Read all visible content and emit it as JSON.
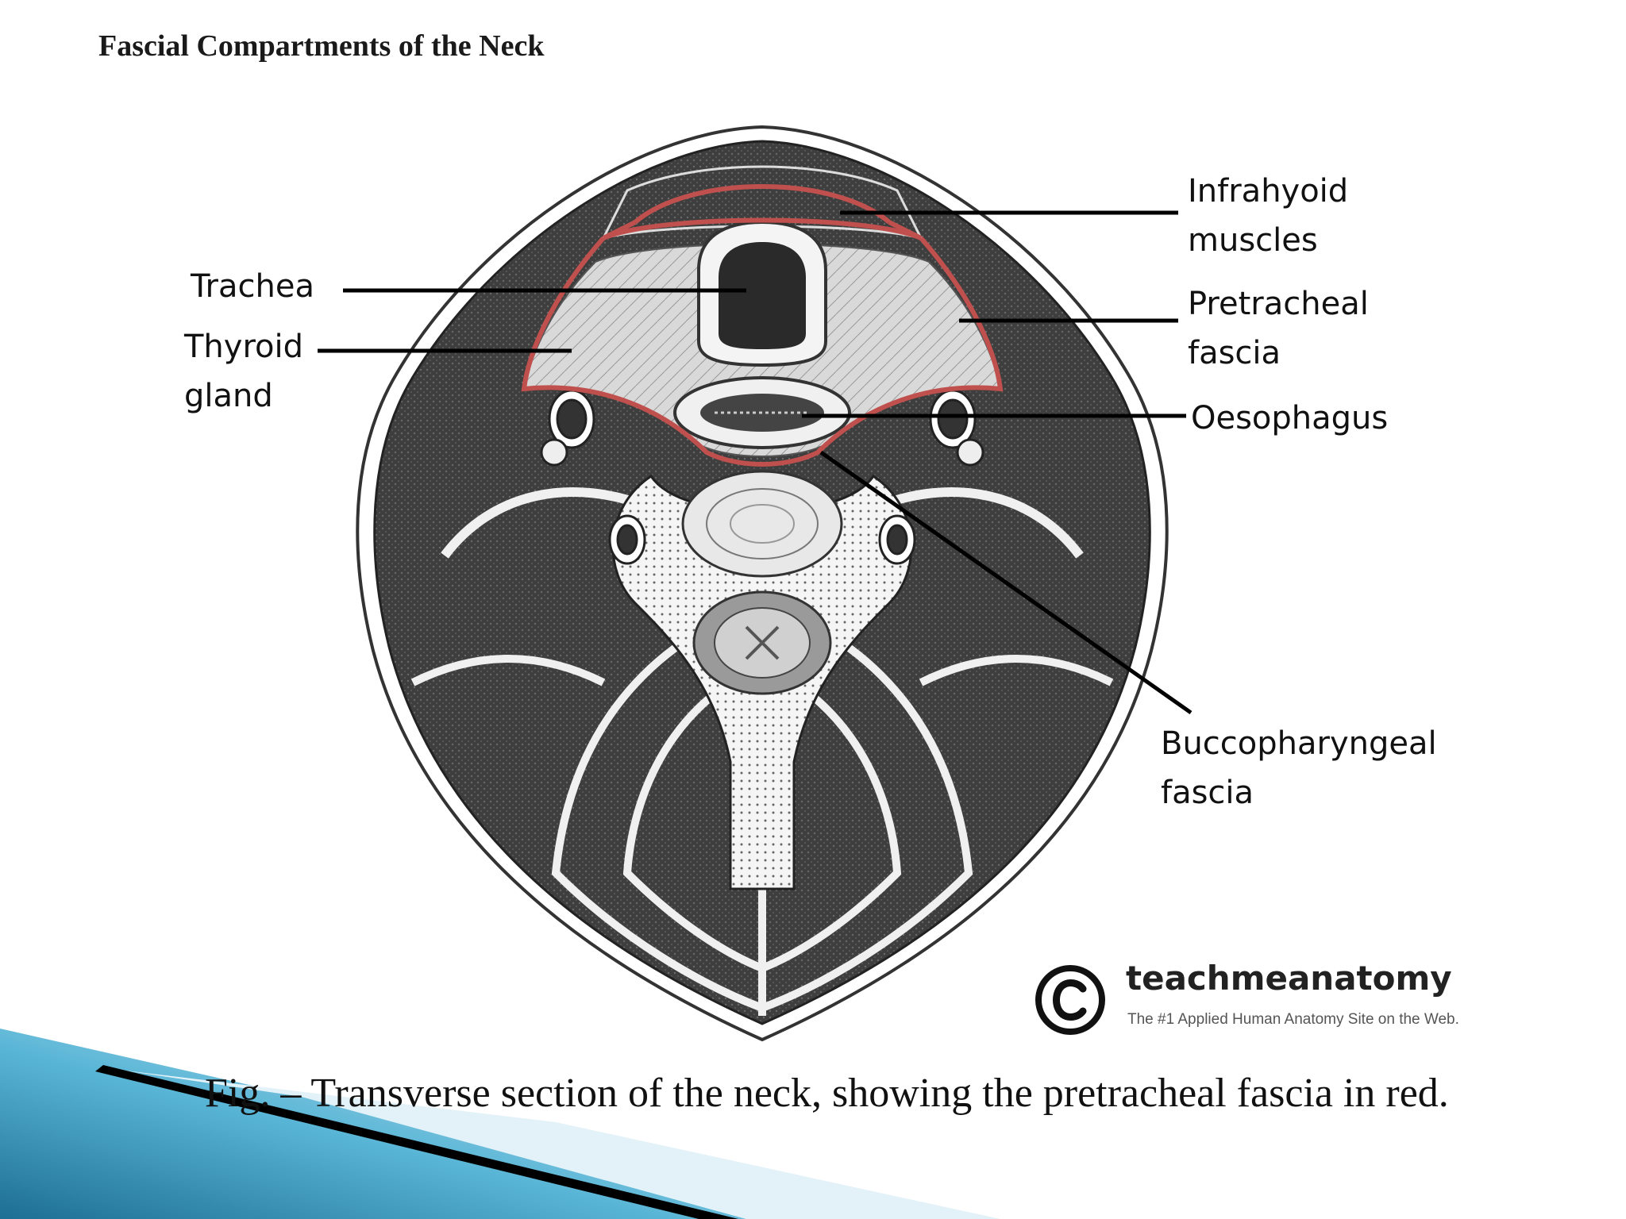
{
  "slide": {
    "title": "Fascial Compartments of the Neck",
    "caption": "Fig. – Transverse section of the neck, showing the pretracheal fascia in red."
  },
  "diagram": {
    "labels": {
      "trachea": "Trachea",
      "thyroid_line1": "Thyroid",
      "thyroid_line2": "gland",
      "infrahyoid_line1": "Infrahyoid",
      "infrahyoid_line2": "muscles",
      "pretracheal_line1": "Pretracheal",
      "pretracheal_line2": "fascia",
      "oesophagus": "Oesophagus",
      "buccopharyngeal_line1": "Buccopharyngeal",
      "buccopharyngeal_line2": "fascia"
    },
    "colors": {
      "fascia": "#c0504d",
      "muscle": "#4a4a4a",
      "gland": "#cfcfcf",
      "bone": "#f2f2f2"
    }
  },
  "watermark": {
    "brand": "teachmeanatomy",
    "tagline": "The #1 Applied Human Anatomy Site on the Web.",
    "icon": "copyright-icon"
  },
  "decoration": {
    "corner_colors": [
      "#1d6f93",
      "#5bb6d6",
      "#dff1f8",
      "#000000"
    ]
  }
}
